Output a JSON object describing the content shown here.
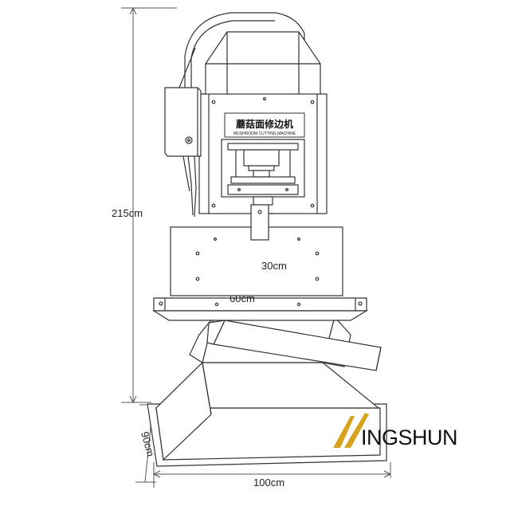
{
  "dimensions": {
    "height": "215cm",
    "depth": "90cm",
    "width": "100cm",
    "throat_depth": "30cm",
    "table_width": "60cm"
  },
  "nameplate": {
    "chinese": "蘑菇面修边机",
    "english": "MUSHROOM CUTTING MACHINE"
  },
  "logo": {
    "text": "INGSHUN",
    "colors": {
      "mark": "#d8a21c",
      "text": "#111111"
    }
  },
  "colors": {
    "line": "#333333",
    "dim": "#555555"
  }
}
